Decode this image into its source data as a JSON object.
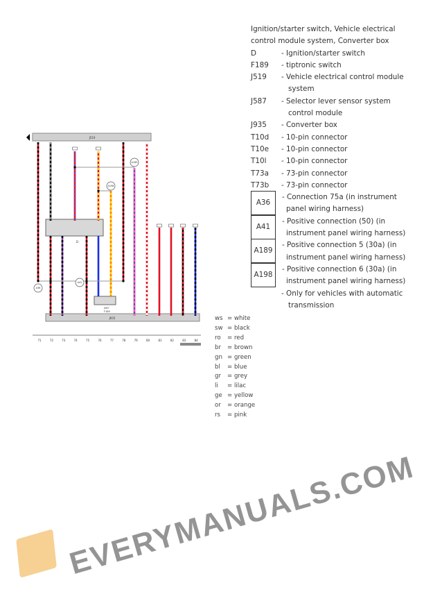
{
  "legend": {
    "title": "Ignition/starter switch, Vehicle electrical control module system, Converter box",
    "items": [
      {
        "code": "D",
        "desc": "- Ignition/starter switch"
      },
      {
        "code": "F189",
        "desc": "- tiptronic switch"
      },
      {
        "code": "J519",
        "desc": "- Vehicle electrical control module system"
      },
      {
        "code": "J587",
        "desc": "- Selector lever sensor system control module"
      },
      {
        "code": "J935",
        "desc": "- Converter box"
      },
      {
        "code": "T10d",
        "desc": "- 10-pin connector"
      },
      {
        "code": "T10e",
        "desc": "- 10-pin connector"
      },
      {
        "code": "T10l",
        "desc": "- 10-pin connector"
      },
      {
        "code": "T73a",
        "desc": "- 73-pin connector"
      },
      {
        "code": "T73b",
        "desc": "- 73-pin connector"
      }
    ],
    "boxed": [
      {
        "code": "A36",
        "desc": "- Connection 75a (in instrument panel wiring harness)"
      },
      {
        "code": "A41",
        "desc": "- Positive connection (50) (in instrument panel wiring harness)"
      },
      {
        "code": "A189",
        "desc": "- Positive connection 5 (30a) (in instrument panel wiring harness)"
      },
      {
        "code": "A198",
        "desc": "- Positive connection 6 (30a) (in instrument panel wiring harness)"
      }
    ],
    "only": "- Only for vehicles with automatic transmission"
  },
  "colors": [
    {
      "abbr": "ws",
      "name": "white",
      "hex": "#ffffff"
    },
    {
      "abbr": "sw",
      "name": "black",
      "hex": "#000000"
    },
    {
      "abbr": "ro",
      "name": "red",
      "hex": "#e01020"
    },
    {
      "abbr": "br",
      "name": "brown",
      "hex": "#8b3a1a"
    },
    {
      "abbr": "gn",
      "name": "green",
      "hex": "#20a020"
    },
    {
      "abbr": "bl",
      "name": "blue",
      "hex": "#1a2ee0"
    },
    {
      "abbr": "gr",
      "name": "grey",
      "hex": "#888888"
    },
    {
      "abbr": "li",
      "name": "lilac",
      "hex": "#8040b0"
    },
    {
      "abbr": "ge",
      "name": "yellow",
      "hex": "#ffd000"
    },
    {
      "abbr": "or",
      "name": "orange",
      "hex": "#ff8000"
    },
    {
      "abbr": "rs",
      "name": "pink",
      "hex": "#ff60b0"
    }
  ],
  "diagram": {
    "top_unit": "J519",
    "bottom_unit": "J935",
    "switch": "D",
    "module": "J587",
    "module2": "F189",
    "circles": [
      "A36",
      "A41",
      "A189",
      "A198"
    ],
    "tracks": [
      "71",
      "72",
      "73",
      "74",
      "75",
      "76",
      "77",
      "78",
      "79",
      "80",
      "81",
      "82",
      "83",
      "84"
    ]
  },
  "watermark": "EVERYMANUALS.COM"
}
